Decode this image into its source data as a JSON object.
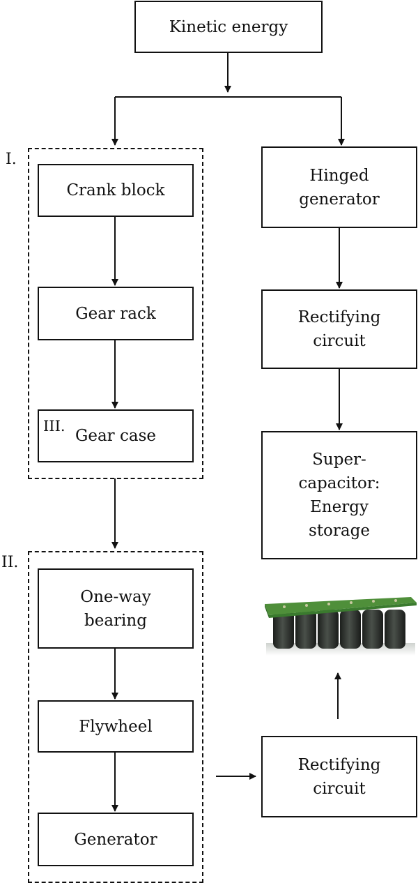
{
  "nodes": {
    "kinetic_energy": "Kinetic energy",
    "crank_block": "Crank block",
    "gear_rack": "Gear rack",
    "gear_case": "Gear case",
    "one_way_bearing": "One-way\nbearing",
    "flywheel": "Flywheel",
    "generator": "Generator",
    "hinged_generator": "Hinged\ngenerator",
    "rectifying_circuit_top": "Rectifying\ncircuit",
    "supercapacitor": "Super-\ncapacitor:\nEnergy\nstorage",
    "rectifying_circuit_bottom": "Rectifying\ncircuit"
  },
  "labels": {
    "group_one": "I.",
    "group_two": "II.",
    "gear_case_tag": "III."
  },
  "colors": {
    "stroke": "#111111",
    "pcb_green": "#4f8f3a",
    "cell_dark": "#2b2f2b"
  },
  "illustration": "supercapacitor-bank-image"
}
